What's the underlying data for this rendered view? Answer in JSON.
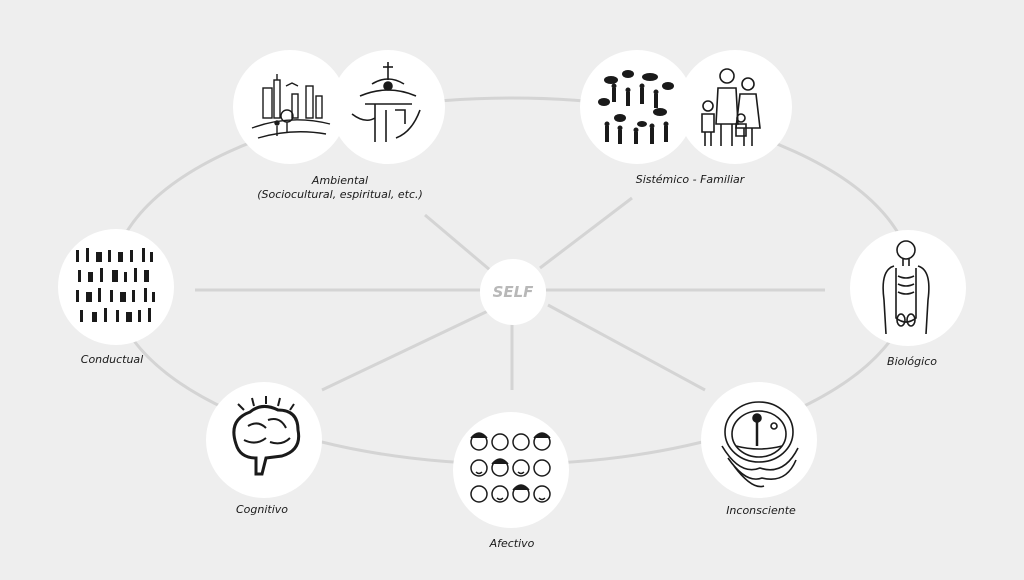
{
  "center": {
    "label": "SELF"
  },
  "nodes": {
    "ambiental": {
      "label_line1": "Ambiental",
      "label_line2": "(Sociocultural, espiritual, etc.)",
      "icons": [
        "city-park-icon",
        "church-cross-icon"
      ]
    },
    "sistemico": {
      "label": "Sistémico - Familiar",
      "icons": [
        "crowd-speech-icon",
        "family-icon"
      ]
    },
    "conductual": {
      "label": "Conductual",
      "icons": [
        "people-grid-icon"
      ]
    },
    "biologico": {
      "label": "Biológico",
      "icons": [
        "human-anatomy-icon"
      ]
    },
    "cognitivo": {
      "label": "Cognitivo",
      "icons": [
        "brain-icon"
      ]
    },
    "afectivo": {
      "label": "Afectivo",
      "icons": [
        "faces-grid-icon"
      ]
    },
    "inconsciente": {
      "label": "Inconsciente",
      "icons": [
        "figure-vortex-icon"
      ]
    }
  },
  "colors": {
    "background": "#eeeeee",
    "circle": "#ffffff",
    "connector": "#d4d4d4",
    "ink": "#1a1a1a",
    "center_text": "#b8b8b8"
  }
}
